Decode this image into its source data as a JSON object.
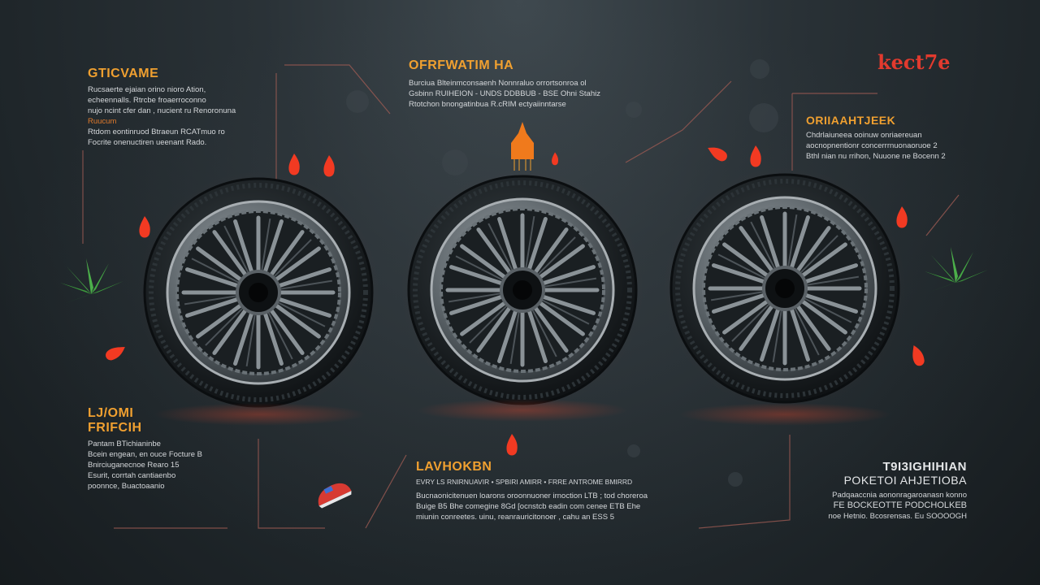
{
  "colors": {
    "background": "#23292d",
    "accent_orange": "#f0a030",
    "accent_red": "#e23a2e",
    "leaf_green": "#3c9a3c"
  },
  "brand": {
    "text": "kect7e"
  },
  "panels": {
    "top_left": {
      "title": "GTICVAME",
      "lines": [
        "Rucsaerte ejaian orino nioro Ation,",
        "echeennalls. Rtrcbe froaerroconno",
        "nujo ncint cfer dan , nucient ru Renoronuna",
        "Ruucum",
        "Rtdom eontinruod Btraeun RCATmuo ro",
        "Focrite onenuctiren ueenant Rado."
      ]
    },
    "top_center": {
      "title": "OFRFWATIM HA",
      "lines": [
        "Burciua Blteinmconsaenh Nonnraluo orrortsonroa ol",
        "Gsbinn RUIHEION - UNDS DDBBUB - BSE Ohni Stahiz",
        "Rtotchon bnongatinbua R.cRIM ectyaiinntarse"
      ]
    },
    "top_right": {
      "title": "ORIIAAHTJEEK",
      "lines": [
        "Chdrlaiuneea ooinuw onriaereuan",
        "aocnopnentionr concerrrnuonaoruoe 2",
        "Bthl nian nu rrihon, Nuuone ne Bocenn 2"
      ]
    },
    "bottom_left": {
      "title_line1": "LJ/OMI",
      "title_line2": "FRIFCIH",
      "lines": [
        "Pantam BTichianinbe",
        "Bcein engean, en ouce Focture B",
        "Bnirciuganecnoe Rearo 15",
        "Esurit, corrtah cantiaenbo",
        "poonnce, Buactoaanio"
      ]
    },
    "bottom_center": {
      "title": "LAVHOKBN",
      "lines": [
        "EVRY LS RNIRNUAVIR • SPBIRI AMIRR • FRRE ANTROME BMIRRD",
        "Bucnaonicitenuen loarons oroonnuoner irnoction LTB ; tod choreroa",
        "Buige B5 Bhe comegine 8Gd [ocnstcb eadin com cenee ETB Ehe",
        "miunin conreetes. uinu, reanrauricitonoer , cahu an ESS 5"
      ]
    },
    "bottom_right": {
      "title_line1": "T9I3IGHIHIAN",
      "title_line2": "POKETOI AHJETIOBA",
      "lines": [
        "Padqaaccnia aononragaroanasn konno",
        "FE BOCKEOTTE PODCHOLKEB",
        "noe Hetnio. Bcosrensas. Eu SOOOOGH"
      ]
    }
  }
}
